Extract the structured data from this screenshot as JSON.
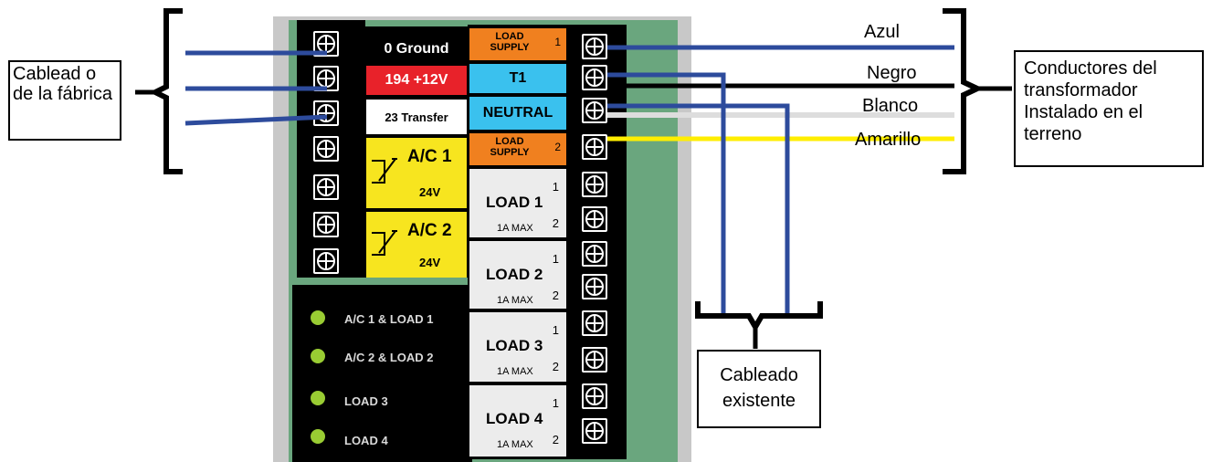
{
  "terminal_labels": {
    "ground": "0 Ground",
    "v12": "194 +12V",
    "transfer": "23 Transfer",
    "ac1": "A/C 1",
    "ac1_v": "24V",
    "ac2": "A/C 2",
    "ac2_v": "24V",
    "load_supply_1": "LOAD SUPPLY",
    "load_supply_1_num": "1",
    "t1": "T1",
    "neutral": "NEUTRAL",
    "load_supply_2": "LOAD SUPPLY",
    "load_supply_2_num": "2"
  },
  "loads": [
    {
      "label": "LOAD 1",
      "max": "1A MAX",
      "n1": "1",
      "n2": "2"
    },
    {
      "label": "LOAD 2",
      "max": "1A MAX",
      "n1": "1",
      "n2": "2"
    },
    {
      "label": "LOAD 3",
      "max": "1A MAX",
      "n1": "1",
      "n2": "2"
    },
    {
      "label": "LOAD 4",
      "max": "1A MAX",
      "n1": "1",
      "n2": "2"
    }
  ],
  "leds": [
    "A/C 1 & LOAD 1",
    "A/C 2 & LOAD 2",
    "LOAD 3",
    "LOAD 4"
  ],
  "annotations": {
    "factory_wiring": "Cablead o de la fábrica",
    "transformer": "Conductores del transformador Instalado en el terreno",
    "existing": "Cableado existente"
  },
  "wires": {
    "azul": "Azul",
    "negro": "Negro",
    "blanco": "Blanco",
    "amarillo": "Amarillo"
  },
  "colors": {
    "blue_wire": "#2d4b9c",
    "yellow_wire": "#ffee00",
    "white_wire": "#dddddd",
    "black_wire": "#000000",
    "red_label": "#e8222a",
    "cyan_label": "#3ac1ee",
    "orange_label": "#f0801f",
    "yellow_label": "#f7e51f",
    "led_green": "#99cc33",
    "board_green": "#6aa67e"
  }
}
